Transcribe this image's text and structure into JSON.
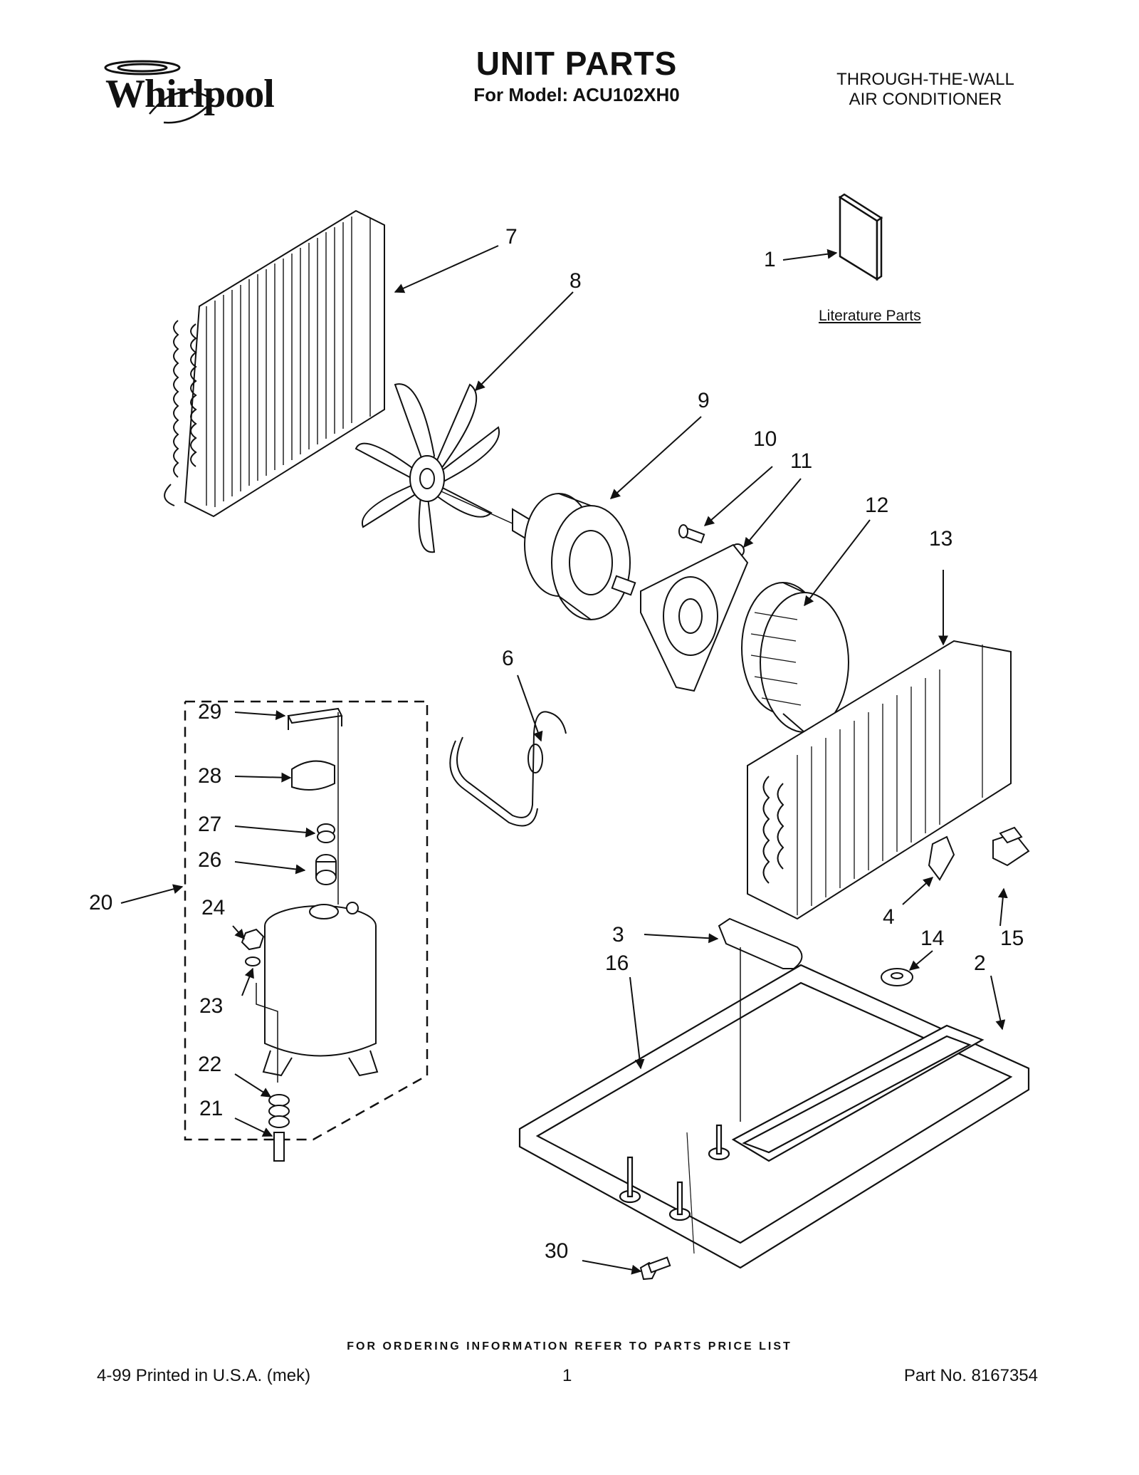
{
  "header": {
    "brand": "Whirlpool",
    "title": "UNIT PARTS",
    "model_line": "For Model: ACU102XH0",
    "unit_type_line1": "THROUGH-THE-WALL",
    "unit_type_line2": "AIR CONDITIONER"
  },
  "literature_label": "Literature Parts",
  "callouts": {
    "c1": "1",
    "c2": "2",
    "c3": "3",
    "c4": "4",
    "c6": "6",
    "c7": "7",
    "c8": "8",
    "c9": "9",
    "c10": "10",
    "c11": "11",
    "c12": "12",
    "c13": "13",
    "c14": "14",
    "c15": "15",
    "c16": "16",
    "c20": "20",
    "c21": "21",
    "c22": "22",
    "c23": "23",
    "c24": "24",
    "c26": "26",
    "c27": "27",
    "c28": "28",
    "c29": "29",
    "c30": "30"
  },
  "footer": {
    "order_note": "FOR ORDERING INFORMATION REFER TO PARTS PRICE LIST",
    "print_info": "4-99 Printed in U.S.A. (mek)",
    "page_number": "1",
    "part_number": "Part No. 8167354"
  }
}
